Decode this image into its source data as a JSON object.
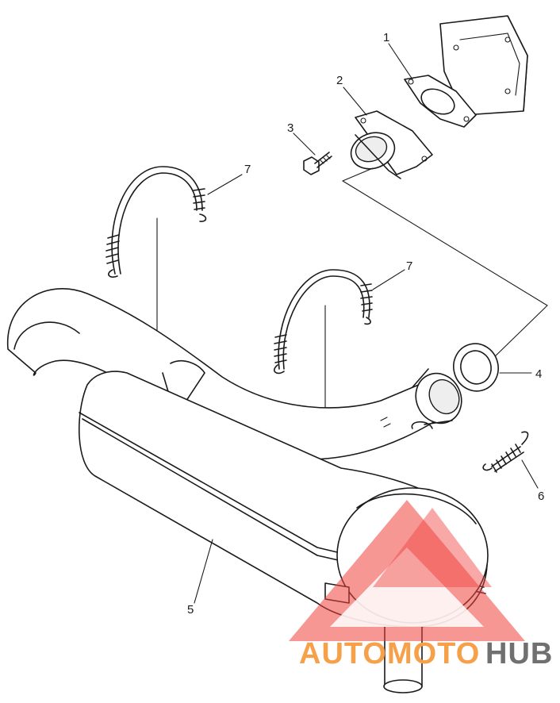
{
  "callouts": {
    "c1": "1",
    "c2": "2",
    "c3": "3",
    "c4": "4",
    "c5": "5",
    "c6": "6",
    "c7a": "7",
    "c7b": "7"
  },
  "watermark": {
    "text_orange": "AUTOMOTO",
    "text_gray": "HUB",
    "color_red": "#f0413c",
    "color_orange": "#f6a04a",
    "color_gray": "#707070"
  }
}
